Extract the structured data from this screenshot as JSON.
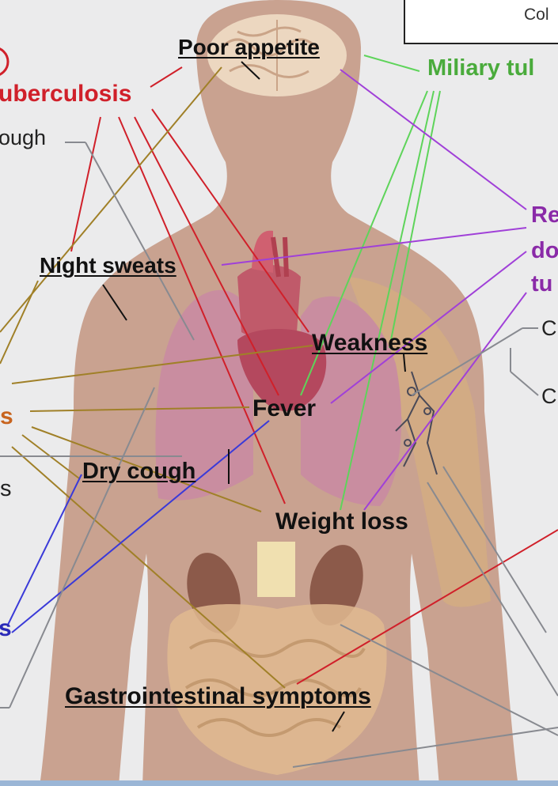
{
  "legend": {
    "text": "Col"
  },
  "labels": {
    "poor_appetite": "Poor appetite",
    "miliary": "Miliary tul",
    "tuberculosis": "uberculosis",
    "cough": "ough",
    "night_sweats": "Night sweats",
    "re_line1": "Re",
    "re_line2": "do",
    "re_line3": "tu",
    "c1": "C",
    "c2": "C",
    "weakness": "Weakness",
    "fever": "Fever",
    "s_orange": "s",
    "dry_cough": "Dry cough",
    "s_gray": "s",
    "weight_loss": "Weight loss",
    "s_blue": "s",
    "gi_symptoms": "Gastrointestinal symptoms"
  },
  "colors": {
    "tuberculosis": "#d0202a",
    "miliary": "#4aab3c",
    "reactivation": "#8a2aa8",
    "orange_label": "#c8641e",
    "blue_label": "#2a2ab8",
    "body_skin": "#c9a290",
    "background": "#ebebec"
  }
}
